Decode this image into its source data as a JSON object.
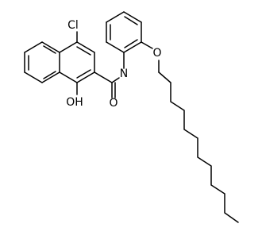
{
  "molecule": {
    "labels": {
      "chlorine": "Cl",
      "hydroxyl": "OH",
      "amide_nitrogen": "N",
      "amide_oxygen": "O",
      "ether_oxygen": "O"
    }
  },
  "colors": {
    "bond": "#000000",
    "text": "#000000",
    "background": "#ffffff"
  }
}
